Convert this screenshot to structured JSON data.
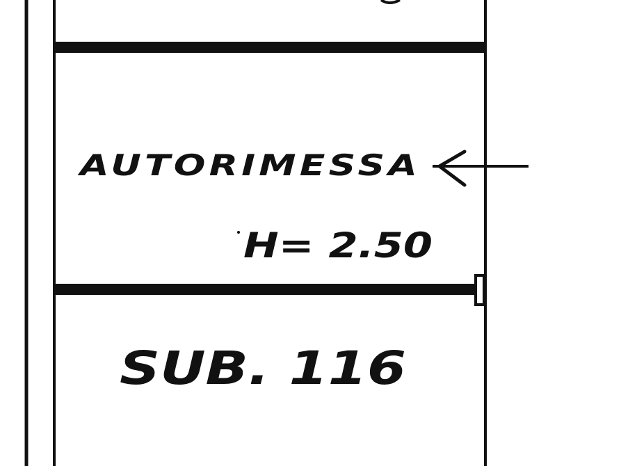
{
  "drawing": {
    "room_label": "AUTORIMESSA",
    "height_label": "H= 2.50",
    "sub_label": "SUB. 116"
  },
  "colors": {
    "ink": "#111111",
    "paper": "#ffffff"
  }
}
